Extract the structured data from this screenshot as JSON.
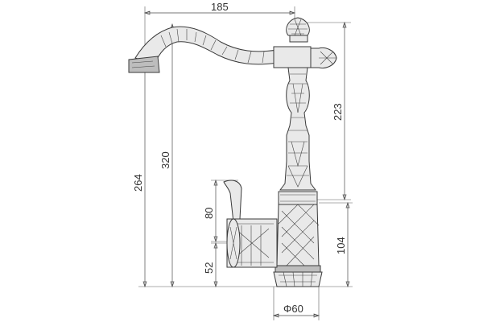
{
  "drawing": {
    "dimensions": {
      "spout_reach": "185",
      "body_height": "223",
      "total_height": "320",
      "spout_height": "264",
      "handle_height": "80",
      "base_height": "104",
      "lever_height": "52",
      "base_diameter": "Φ60"
    },
    "colors": {
      "line": "#3a3a3a",
      "fill_light": "#e9e9e9",
      "fill_dark": "#bdbdbd"
    }
  }
}
